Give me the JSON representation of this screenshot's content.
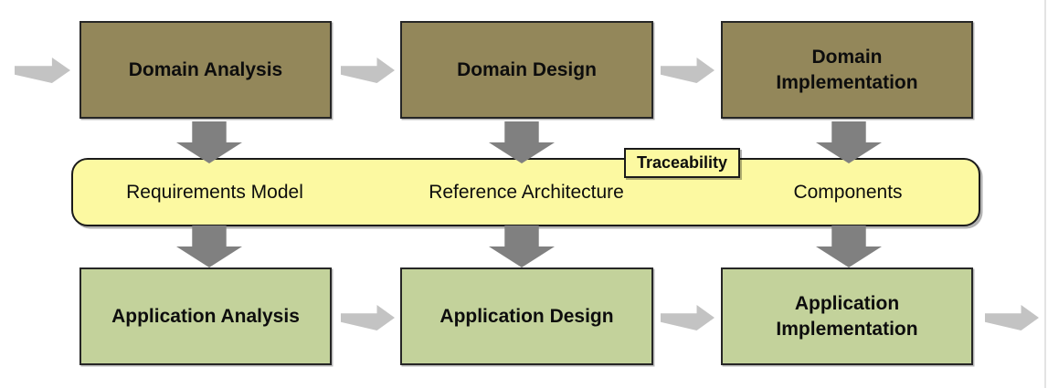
{
  "rows": {
    "domain": [
      {
        "label": "Domain Analysis"
      },
      {
        "label": "Domain Design"
      },
      {
        "label": "Domain Implementation"
      }
    ],
    "application": [
      {
        "label": "Application Analysis"
      },
      {
        "label": "Application Design"
      },
      {
        "label": "Application Implementation"
      }
    ]
  },
  "artifacts": {
    "band_items": [
      {
        "label": "Requirements Model"
      },
      {
        "label": "Reference Architecture"
      },
      {
        "label": "Components"
      }
    ],
    "traceability_label": "Traceability"
  },
  "colors": {
    "domain_box_fill": "#93875A",
    "application_box_fill": "#C3D29B",
    "artifact_band_fill": "#FCF9A1",
    "flow_arrow": "#C3C3C3",
    "transform_arrow": "#808080",
    "box_border": "#262626"
  }
}
